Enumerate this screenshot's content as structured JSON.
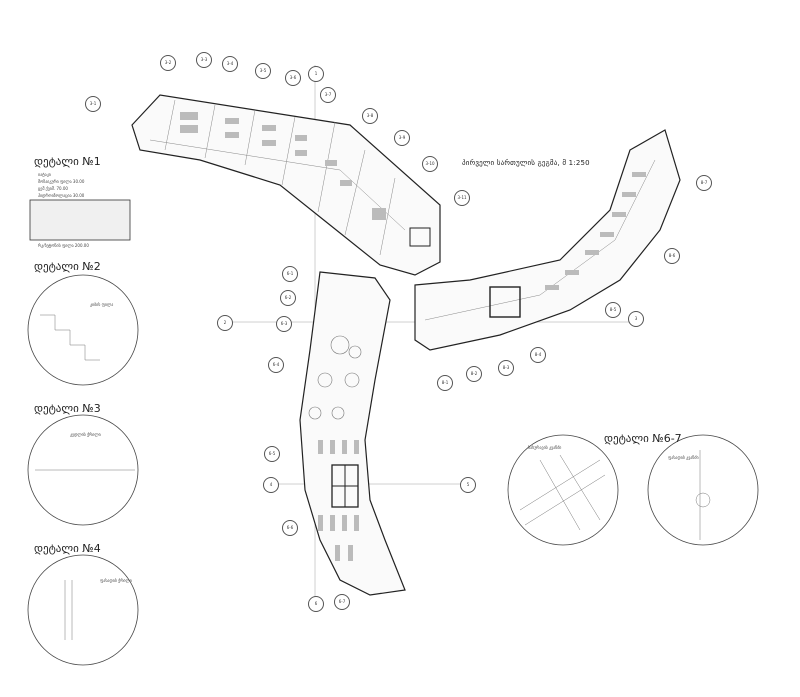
{
  "plan": {
    "title": "პირველი სართულის გეგმა, მ 1:250"
  },
  "details": {
    "d1": {
      "label": "დეტალი №1",
      "notes": [
        "იატაკი",
        "მოზაიკური ფილა 30.00",
        "ცემ.ქვიშ. 70.00",
        "ჰიდროიზოლაცია 30.00",
        "რკ/ბეტონის ფილა 200.00"
      ]
    },
    "d2": {
      "label": "დეტალი №2",
      "notes": [
        "კიბის ფილა"
      ]
    },
    "d3": {
      "label": "დეტალი №3",
      "notes": [
        "კედლის ჭრილი"
      ]
    },
    "d4": {
      "label": "დეტალი №4",
      "notes": [
        "ფასადის ჭრილი"
      ]
    },
    "d67": {
      "label": "დეტალი №6-7",
      "notes": [
        "სახურავის კვანძი",
        "ფასადის კვანძი"
      ]
    }
  },
  "axes": {
    "top_wing": [
      "3-1",
      "3-2",
      "3-3",
      "3-4",
      "3-5",
      "3-6",
      "3-7",
      "3-8",
      "3-9",
      "3-10",
      "3-11"
    ],
    "right_wing": [
      "8-1",
      "8-2",
      "8-3",
      "8-4",
      "8-5",
      "8-6",
      "8-7"
    ],
    "left_wing": [
      "6-1",
      "6-2",
      "6-3",
      "6-4",
      "6-5",
      "6-6",
      "6-7"
    ],
    "markers": [
      "1",
      "2",
      "3",
      "4",
      "5",
      "6"
    ]
  }
}
